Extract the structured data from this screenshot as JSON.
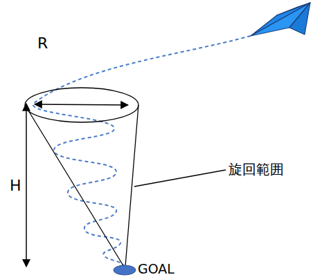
{
  "diagram": {
    "labels": [
      "R",
      "H",
      "旋回範囲",
      "GOAL"
    ]
  }
}
